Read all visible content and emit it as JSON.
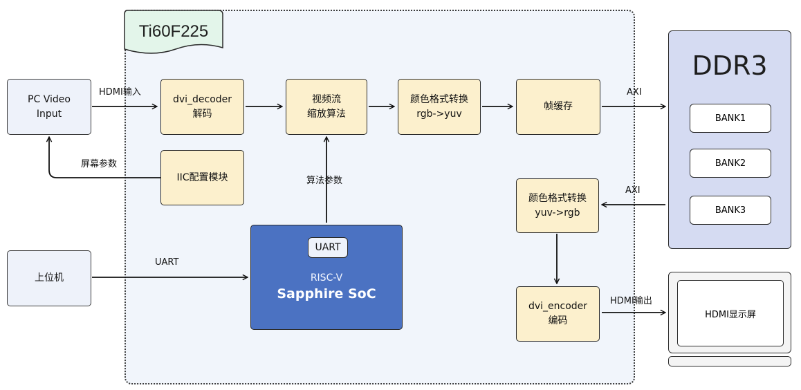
{
  "chip_label": "Ti60F225",
  "nodes": {
    "pc_input": "PC Video\nInput",
    "upper_computer": "上位机",
    "dvi_decoder": "dvi_decoder\n解码",
    "scaler": "视频流\n缩放算法",
    "csc_in": "颜色格式转换\nrgb->yuv",
    "frame_buffer": "帧缓存",
    "iic": "IIC配置模块",
    "csc_out": "颜色格式转换\nyuv->rgb",
    "dvi_encoder": "dvi_encoder\n编码"
  },
  "soc": {
    "uart": "UART",
    "cpu": "RISC-V",
    "name": "Sapphire SoC"
  },
  "ddr": {
    "title": "DDR3",
    "banks": [
      "BANK1",
      "BANK2",
      "BANK3"
    ]
  },
  "monitor": {
    "label": "HDMI显示屏"
  },
  "edge_labels": {
    "hdmi_in": "HDMI输入",
    "screen_params": "屏幕参数",
    "algo_params": "算法参数",
    "uart": "UART",
    "axi_write": "AXI",
    "axi_read": "AXI",
    "hdmi_out": "HDMI输出"
  },
  "colors": {
    "module_fill": "#fcf0cd",
    "soc_fill": "#4b72c2",
    "ddr_fill": "#d5dbf2",
    "fpga_fill": "#f1f5fb",
    "tag_fill": "#e3f5ea"
  }
}
